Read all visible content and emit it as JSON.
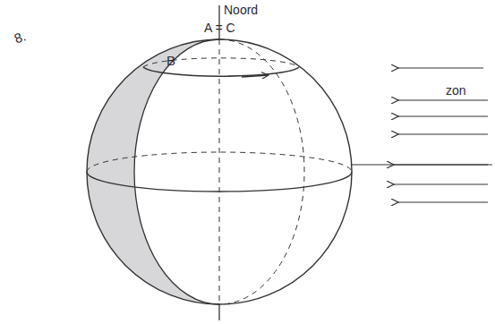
{
  "diagram": {
    "labels": [
      "8.",
      "Noord",
      "A = C",
      "B",
      "zon"
    ]
  }
}
